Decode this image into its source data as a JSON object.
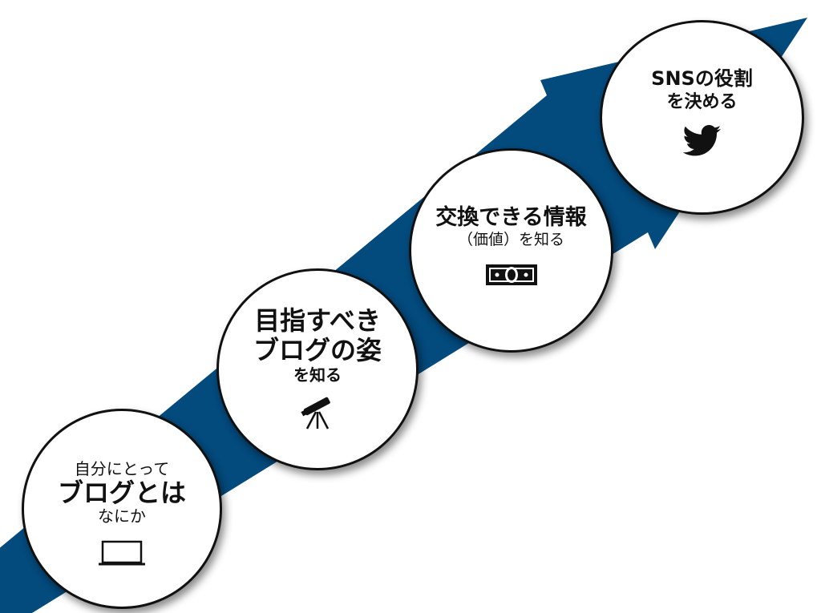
{
  "colors": {
    "arrow": "#034A7D",
    "circle_fill": "#FFFFFF",
    "circle_border": "#111111",
    "text": "#111111"
  },
  "steps": [
    {
      "line1": "自分にとって",
      "line2": "ブログとは",
      "line3": "なにか",
      "icon": "laptop-icon"
    },
    {
      "line1": "目指すべき",
      "line2": "ブログの姿",
      "line3": "を知る",
      "icon": "telescope-icon"
    },
    {
      "line1": "交換できる情報",
      "line2": "（価値）を知る",
      "icon": "money-icon"
    },
    {
      "line1": "SNSの役割",
      "line2": "を決める",
      "icon": "twitter-bird-icon"
    }
  ]
}
